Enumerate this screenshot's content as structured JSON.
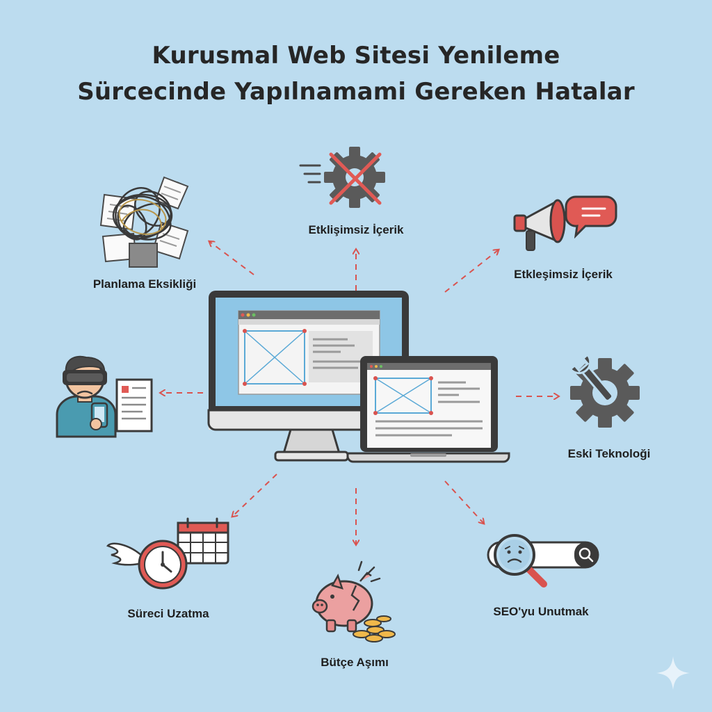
{
  "title": {
    "line1": "Kurusmal Web Sitesi Yenileme",
    "line2": "Sürcecinde Yapılnamami Gereken Hatalar"
  },
  "items": {
    "planning": "Planlama Eksikliği",
    "content_top": "Etklişimsiz İçerik",
    "content_right": "Etkleşimsiz İçerik",
    "user": "",
    "tech": "Eski Teknoloği",
    "time": "Süreci Uzatma",
    "budget": "Bütçe Aşımı",
    "seo": "SEO'yu Unutmak"
  },
  "colors": {
    "background": "#bcdcef",
    "accent_red": "#d9534f",
    "dark_gray": "#4a4a4a",
    "screen_blue": "#8ec6e6"
  }
}
